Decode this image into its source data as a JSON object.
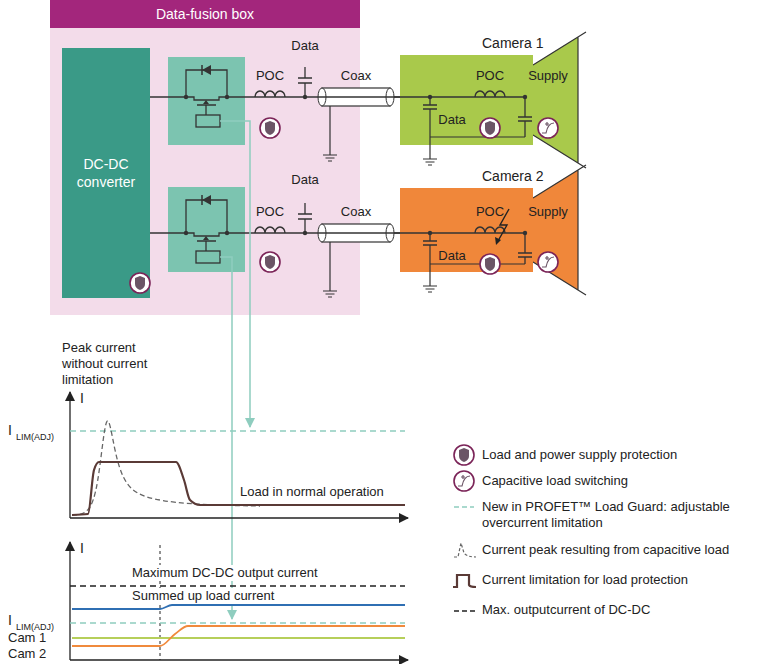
{
  "diagram": {
    "nodes": [
      {
        "text": [
          "Data-fusion box"
        ]
      },
      {
        "text": [
          "DC-DC converter"
        ],
        "in": 0
      },
      {
        "text": [
          "Camera 1"
        ]
      },
      {
        "text": [
          "Camera 2"
        ]
      }
    ],
    "edges": [
      {
        "from": 1,
        "to": 2,
        "arrow": "none"
      },
      {
        "from": 1,
        "to": 3,
        "arrow": "none"
      }
    ],
    "labels": [
      "Data",
      "POC",
      "Coax",
      "POC",
      "Supply",
      "Data",
      "Data",
      "POC",
      "Coax",
      "POC",
      "Supply",
      "Data",
      "Peak current without current limitation",
      "I",
      "I",
      "LIM(ADJ)",
      "Load in normal operation",
      "I",
      "Maximum DC-DC output current",
      "Summed up load current",
      "I",
      "LIM(ADJ)",
      "Cam 1",
      "Cam 2"
    ],
    "legend": [
      {
        "text": "Load and power supply protection"
      },
      {
        "text": "Capacitive load switching"
      },
      {
        "text": "New in PROFET™ Load Guard: adjustable overcurrent limitation"
      },
      {
        "text": "Current peak resulting from capacitive load"
      },
      {
        "text": "Current limitation for load protection"
      },
      {
        "text": "Max. outputcurrent of DC-DC"
      }
    ]
  }
}
